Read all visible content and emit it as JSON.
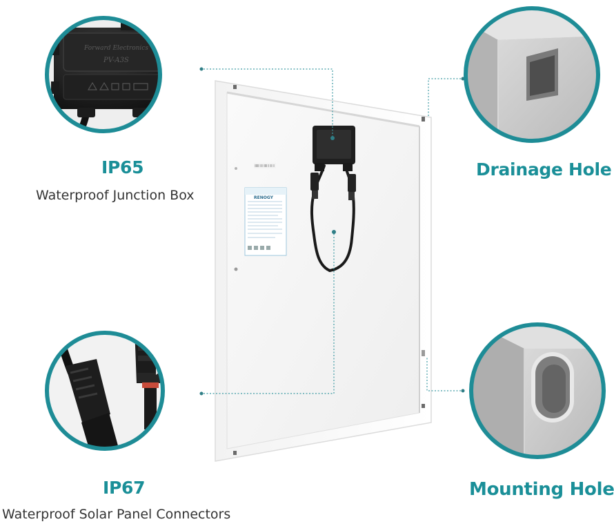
{
  "accent_color": "#1a8f98",
  "features": {
    "junction_box": {
      "title": "IP65",
      "description": "Waterproof Junction Box",
      "box_brand": "Forward Electronics",
      "box_model": "PV-A3S",
      "icon": "junction-box-closeup"
    },
    "drainage": {
      "title": "Drainage Hole",
      "icon": "drainage-hole-closeup"
    },
    "connectors": {
      "title": "IP67",
      "description": "Waterproof Solar Panel Connectors",
      "icon": "mc4-connector-closeup"
    },
    "mounting": {
      "title": "Mounting Hole",
      "icon": "mounting-hole-closeup"
    }
  },
  "panel": {
    "label_brand": "RENOGY",
    "icon": "solar-panel-back"
  }
}
